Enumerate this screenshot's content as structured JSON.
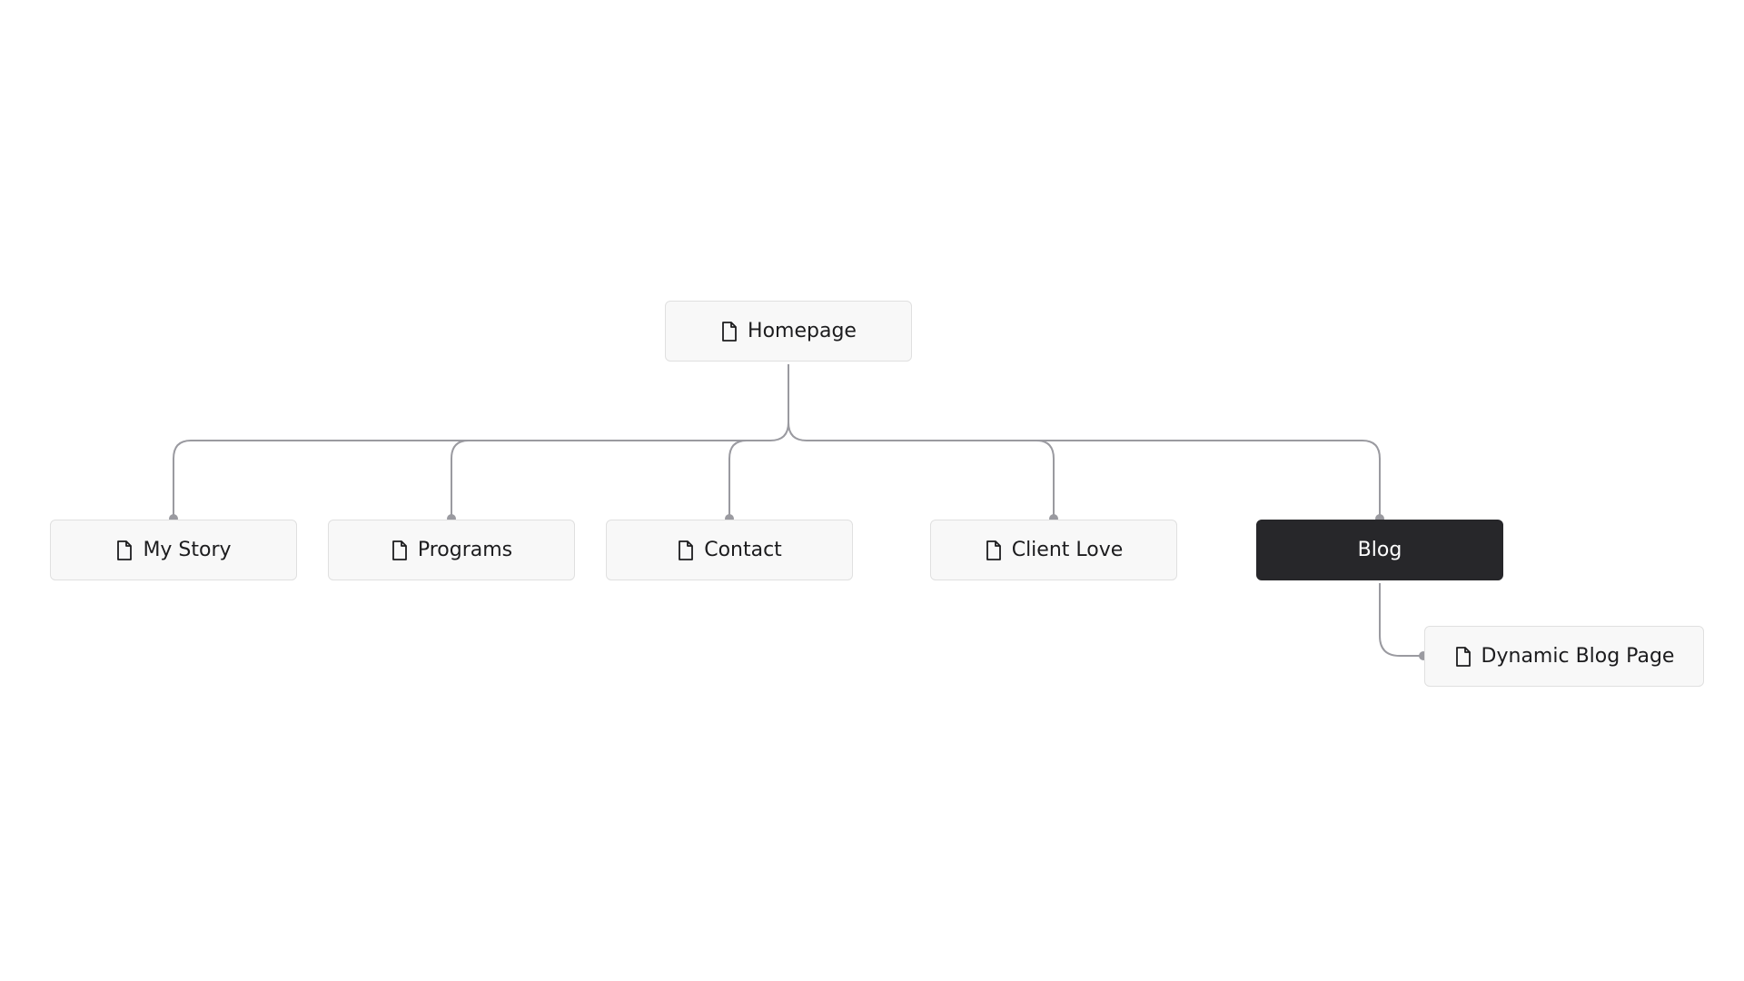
{
  "colors": {
    "connector": "#9a9aa0",
    "node_bg": "#f8f8f8",
    "node_border": "#e0e0e0",
    "selected_bg": "#27272a",
    "text": "#1c1c1e"
  },
  "sitemap": {
    "root": {
      "label": "Homepage",
      "icon": "page-icon"
    },
    "children": [
      {
        "label": "My Story",
        "icon": "page-icon"
      },
      {
        "label": "Programs",
        "icon": "page-icon"
      },
      {
        "label": "Contact",
        "icon": "page-icon"
      },
      {
        "label": "Client Love",
        "icon": "page-icon"
      },
      {
        "label": "Blog",
        "selected": true
      }
    ],
    "grandchildren": [
      {
        "label": "Dynamic Blog Page",
        "icon": "page-icon",
        "parent": "Blog"
      }
    ]
  }
}
